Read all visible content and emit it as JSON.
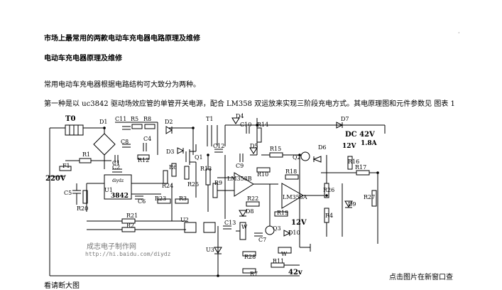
{
  "article": {
    "title": "市场上最常用的两款电动车充电器电路原理及维修",
    "subtitle": "电动车充电器原理及维修",
    "paragraph1": "常用电动车充电器根据电路结构可大致分为两种。",
    "paragraph2": "第一种是以 uc3842 驱动场效应管的单管开关电源，配合 LM358 双运放来实现三阶段充电方式。其电原理图和元件参数见 图表 1",
    "click_note": "点击图片在新窗口查",
    "cut_text": "看请断大图"
  },
  "circuit": {
    "labels": {
      "t0": "T0",
      "t1": "T1",
      "d1": "D1",
      "d2": "D2",
      "d3": "D3",
      "d4": "D4",
      "d5": "D5",
      "d6": "D6",
      "d7": "D7",
      "d8": "D8",
      "d9": "D9",
      "d10": "D10",
      "c11": "C11",
      "r5": "R5",
      "r8": "R8",
      "c10": "C10",
      "r14": "R14",
      "c8": "C8",
      "c4": "C4",
      "r1": "R1",
      "r12": "R12",
      "q1": "Q1",
      "c12": "C12",
      "c9": "C9",
      "r15": "R15",
      "q2": "Q2",
      "r16": "R16",
      "r17": "R17",
      "c1": "C1",
      "c2": "C2",
      "f1": "F1",
      "v220": "220V",
      "r13": "R13",
      "r10": "R10",
      "r18": "R18",
      "r9": "R9",
      "lm358b": "LM358B",
      "lm358a": "LM358A",
      "r24": "R24",
      "r25": "R25",
      "r26": "R26",
      "r27": "R27",
      "c5": "C5",
      "u1": "U1",
      "u1chip": "3842",
      "u1diyd": "diydz",
      "c6": "C6",
      "r23": "R23",
      "r3": "R3",
      "r22": "R22",
      "r20": "R20",
      "r21": "R21",
      "r2": "R2",
      "u2": "U2",
      "c13": "C13",
      "r19": "R19",
      "r4": "R4",
      "q3": "Q3",
      "v12": "12V",
      "v12b": "12V",
      "c7": "C7",
      "w": "W",
      "w2": "W",
      "u3": "U3",
      "r28": "R28",
      "r7": "R7",
      "r11": "R11",
      "v42": "42v",
      "dc": "DC 42V",
      "amp": "1.8A",
      "r6": "R6"
    },
    "watermark": "成志电子制作网",
    "watermark_url": "http://hi.baidu.com/diydz"
  }
}
